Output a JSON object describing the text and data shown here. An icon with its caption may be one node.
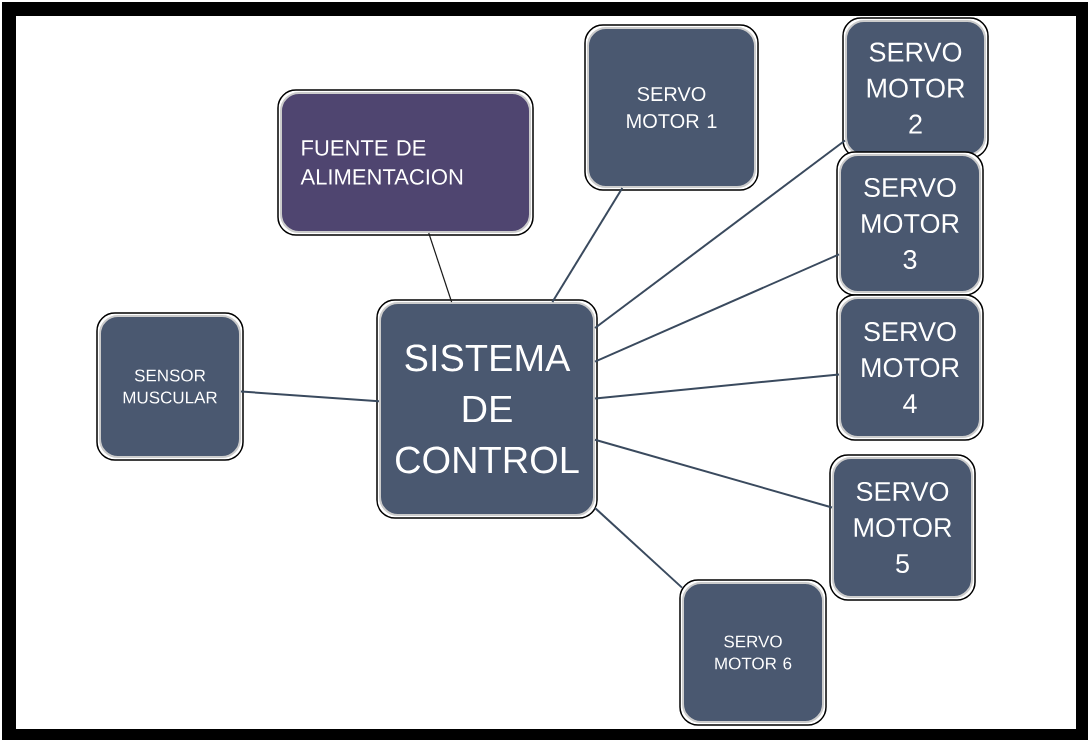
{
  "diagram": {
    "nodes": [
      {
        "text": [
          "FUENTE DE ALIMENTACION"
        ]
      },
      {
        "text": [
          "SERVO MOTOR 1"
        ]
      },
      {
        "text": [
          "SERVO MOTOR 2"
        ]
      },
      {
        "text": [
          "SERVO MOTOR 3"
        ]
      },
      {
        "text": [
          "SENSOR MUSCULAR"
        ]
      },
      {
        "text": [
          "SISTEMA DE CONTROL"
        ]
      },
      {
        "text": [
          "SERVO MOTOR 4"
        ]
      },
      {
        "text": [
          "SERVO MOTOR 5"
        ]
      },
      {
        "text": [
          "SERVO MOTOR 6"
        ]
      }
    ],
    "edges": [
      {
        "from": 5,
        "to": 0,
        "arrow": "none",
        "color": "#1a1a1a"
      },
      {
        "from": 5,
        "to": 1,
        "arrow": "none"
      },
      {
        "from": 5,
        "to": 2,
        "arrow": "none"
      },
      {
        "from": 5,
        "to": 3,
        "arrow": "none"
      },
      {
        "from": 5,
        "to": 4,
        "arrow": "none"
      },
      {
        "from": 5,
        "to": 6,
        "arrow": "none"
      },
      {
        "from": 5,
        "to": 7,
        "arrow": "none"
      },
      {
        "from": 5,
        "to": 8,
        "arrow": "none"
      }
    ]
  }
}
